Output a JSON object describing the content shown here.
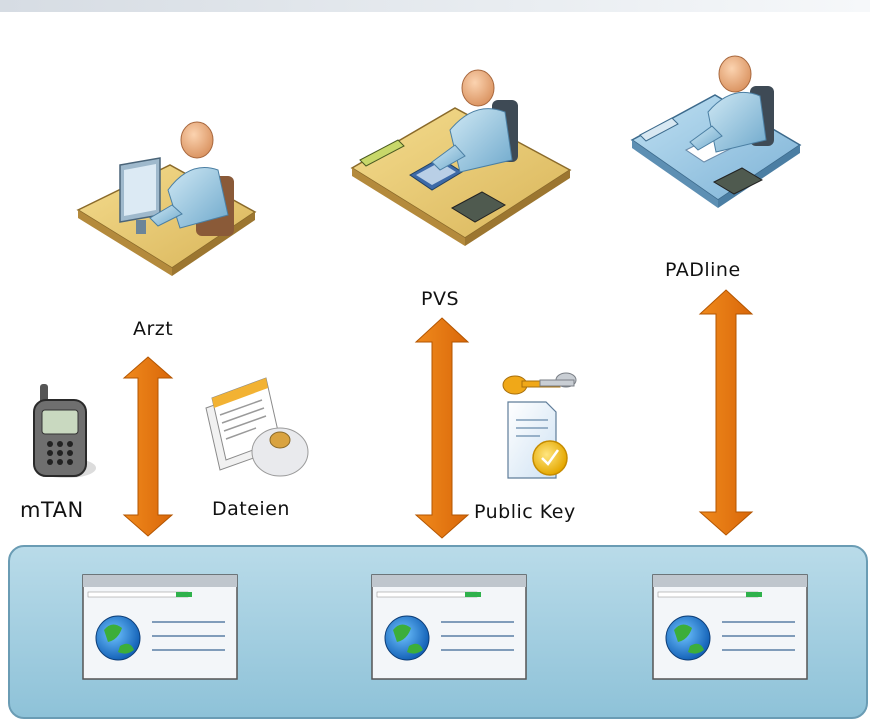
{
  "labels": {
    "arzt": "Arzt",
    "pvs": "PVS",
    "padline": "PADline",
    "mtan": "mTAN",
    "dateien": "Dateien",
    "public_key": "Public Key"
  },
  "icons": {
    "arzt_workstation": "doctor-at-computer-icon",
    "pvs_workstation": "staff-at-desk-icon",
    "padline_workstation": "clerk-at-desk-icon",
    "phone": "mobile-phone-icon",
    "files": "files-with-cd-icon",
    "certificate": "key-and-certificate-icon",
    "browser": "web-browser-window-icon",
    "arrow": "double-headed-arrow-icon"
  },
  "colors": {
    "arrow": "#e87a14",
    "server_panel": "#9ccbe0",
    "browser_accent": "#2fb14c"
  }
}
